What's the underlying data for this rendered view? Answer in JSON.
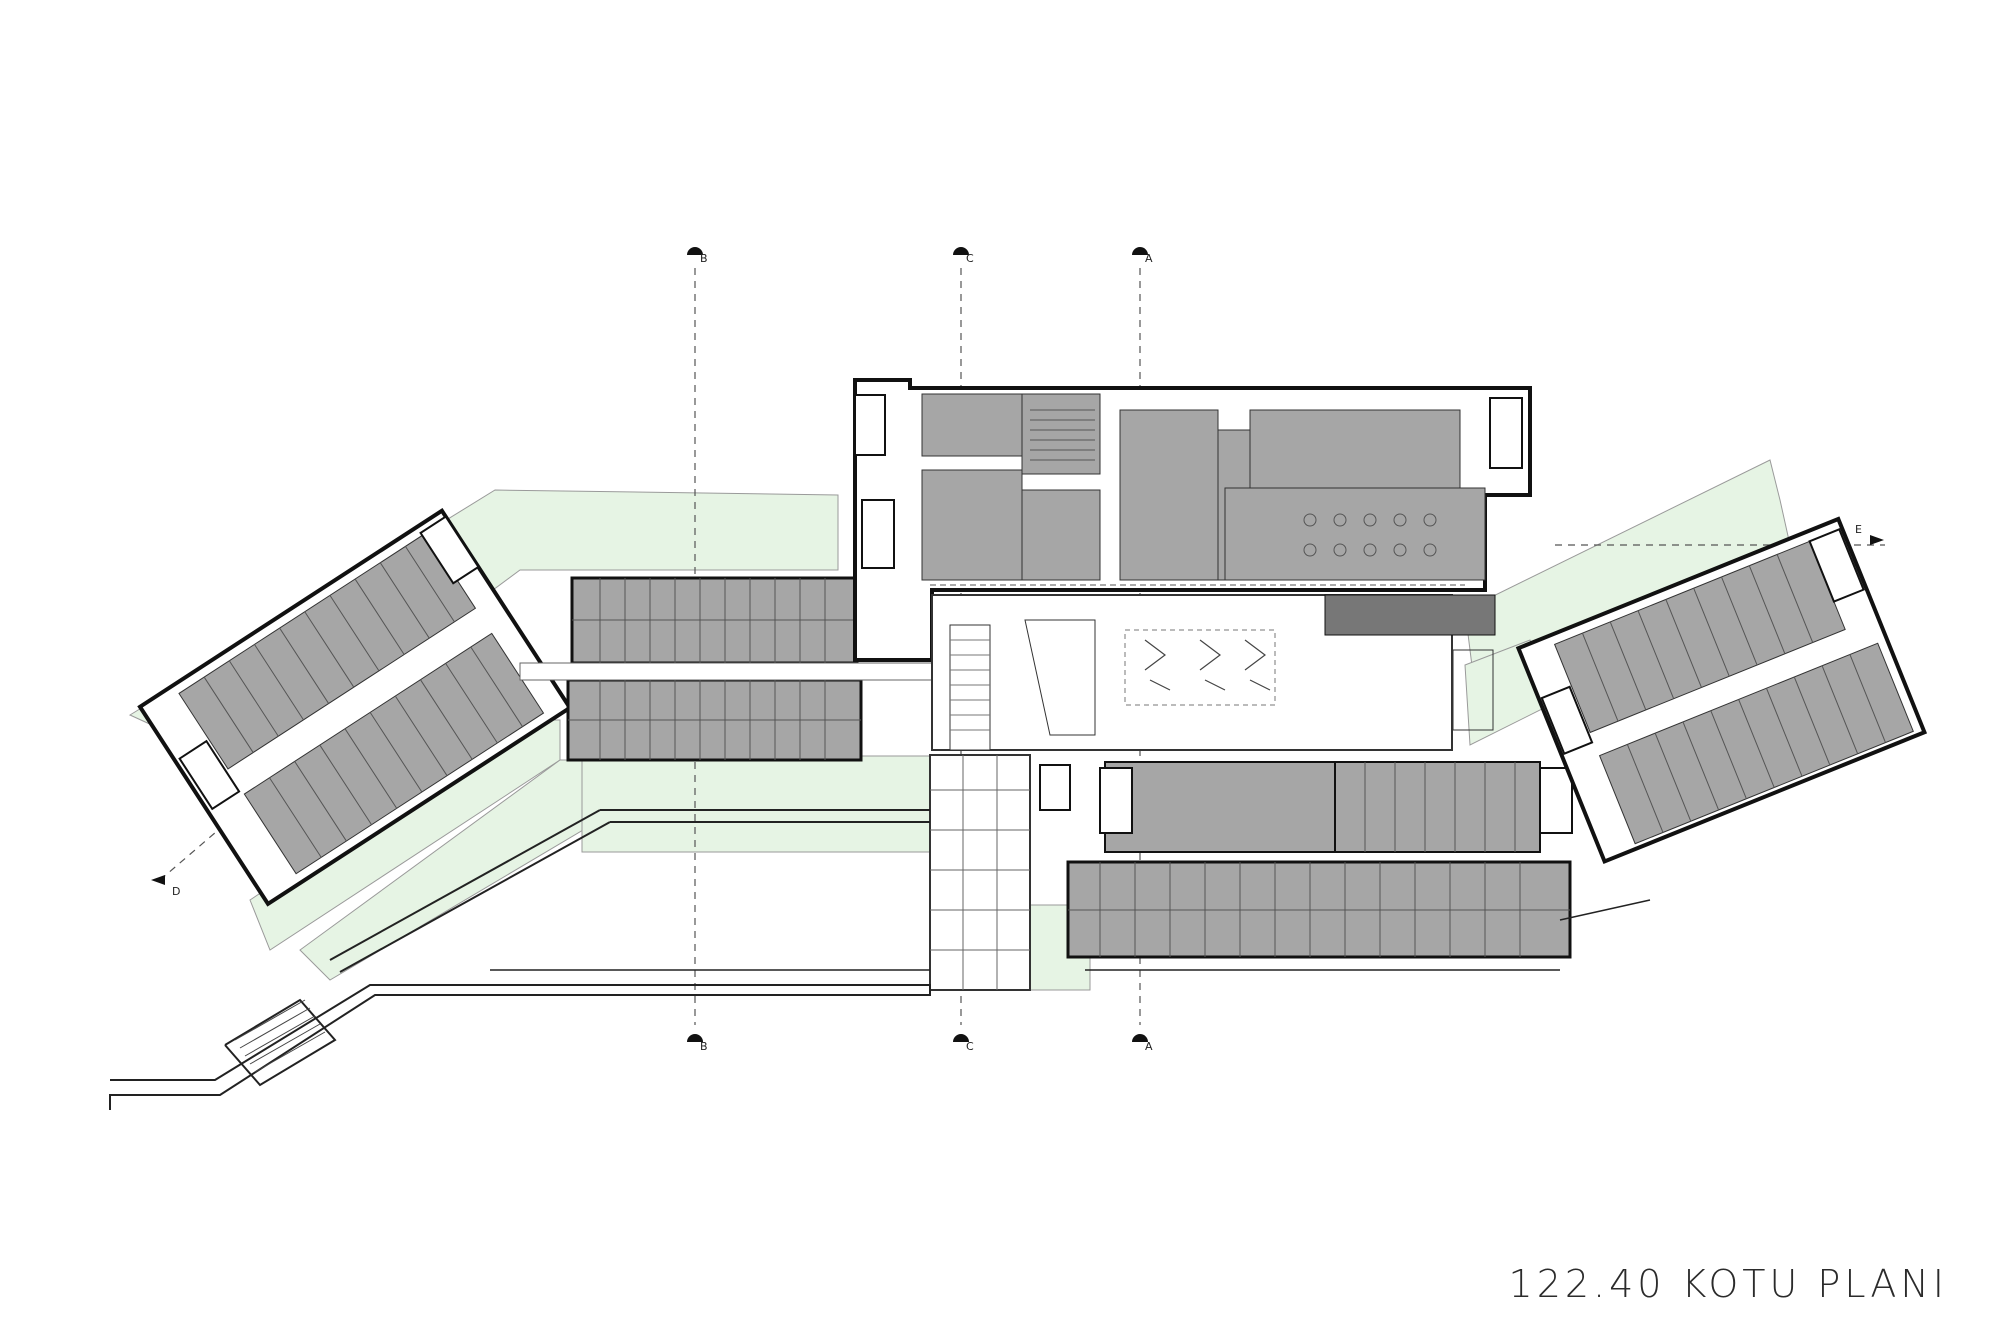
{
  "plan": {
    "title": "122.40 KOTU PLANI",
    "section_markers": [
      {
        "id": "sec-b",
        "label": "B"
      },
      {
        "id": "sec-c",
        "label": "C"
      },
      {
        "id": "sec-a",
        "label": "A"
      },
      {
        "id": "sec-e",
        "label": "E"
      },
      {
        "id": "sec-d",
        "label": "D"
      }
    ],
    "colors": {
      "room_fill": "#a6a6a6",
      "green_area": "#e6f4e4",
      "wall": "#111111",
      "section_line": "#555555"
    }
  }
}
